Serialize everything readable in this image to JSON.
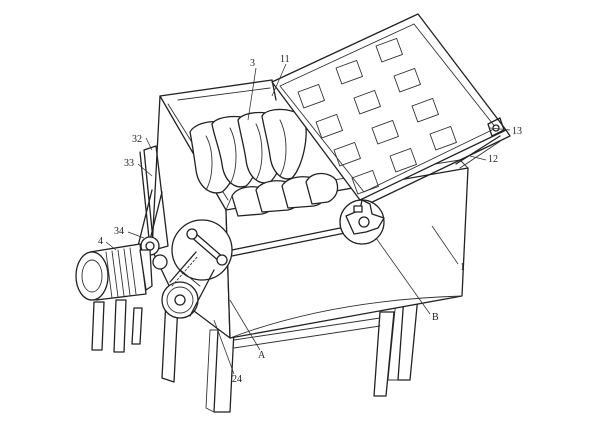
{
  "labels": {
    "l1": "1",
    "l3": "3",
    "l4": "4",
    "l11": "11",
    "l12": "12",
    "l13": "13",
    "l24": "24",
    "l32": "32",
    "l33": "33",
    "l34": "34",
    "lA": "A",
    "lB": "B"
  }
}
